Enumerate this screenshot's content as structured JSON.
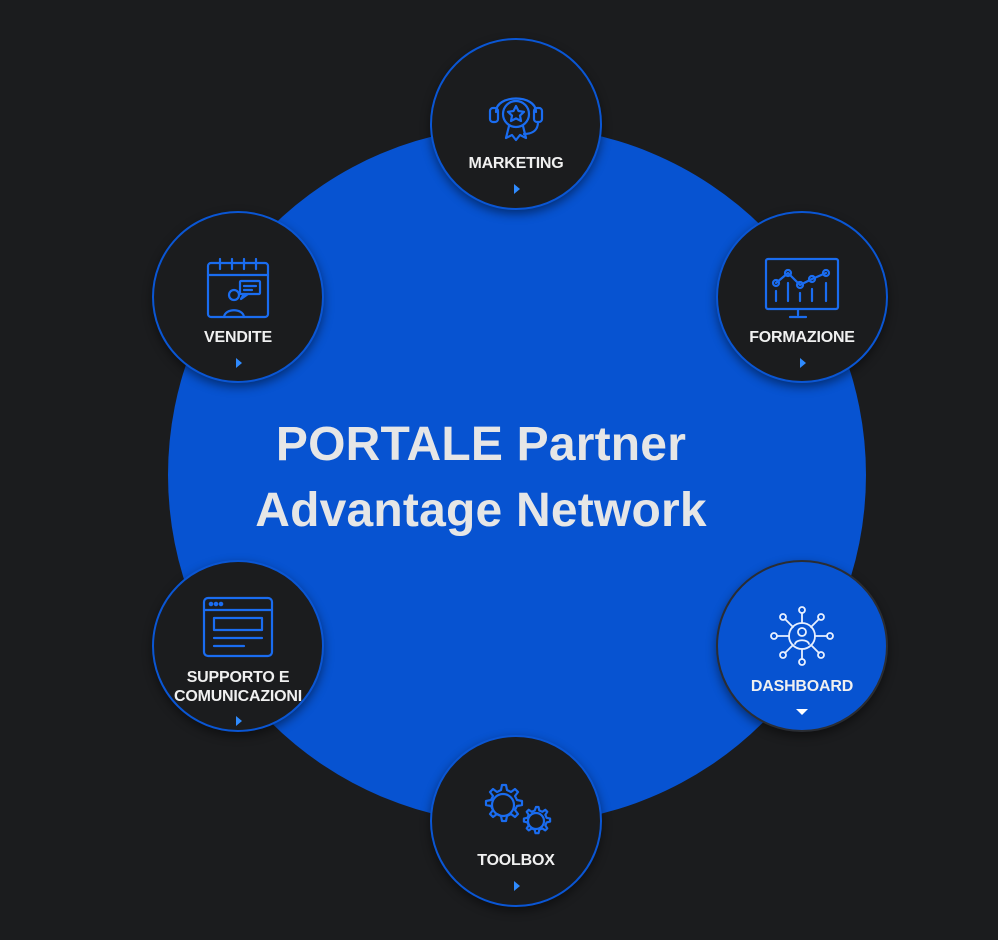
{
  "hub": {
    "title_line1": "PORTALE Partner",
    "title_line2": "Advantage Network"
  },
  "colors": {
    "background": "#1b1c1e",
    "hub_blue": "#0753d1",
    "icon_blue": "#1a6cf0",
    "text": "#e6e6e6"
  },
  "nodes": [
    {
      "label": "MARKETING",
      "icon": "headset-award-icon",
      "state": "collapsed"
    },
    {
      "label": "FORMAZIONE",
      "icon": "presentation-chart-icon",
      "state": "collapsed"
    },
    {
      "label": "DASHBOARD",
      "icon": "network-user-icon",
      "state": "expanded"
    },
    {
      "label": "TOOLBOX",
      "icon": "gears-icon",
      "state": "collapsed"
    },
    {
      "label_line1": "SUPPORTO E",
      "label_line2": "COMUNICAZIONI",
      "icon": "browser-window-icon",
      "state": "collapsed"
    },
    {
      "label": "VENDITE",
      "icon": "calendar-meeting-icon",
      "state": "collapsed"
    }
  ]
}
